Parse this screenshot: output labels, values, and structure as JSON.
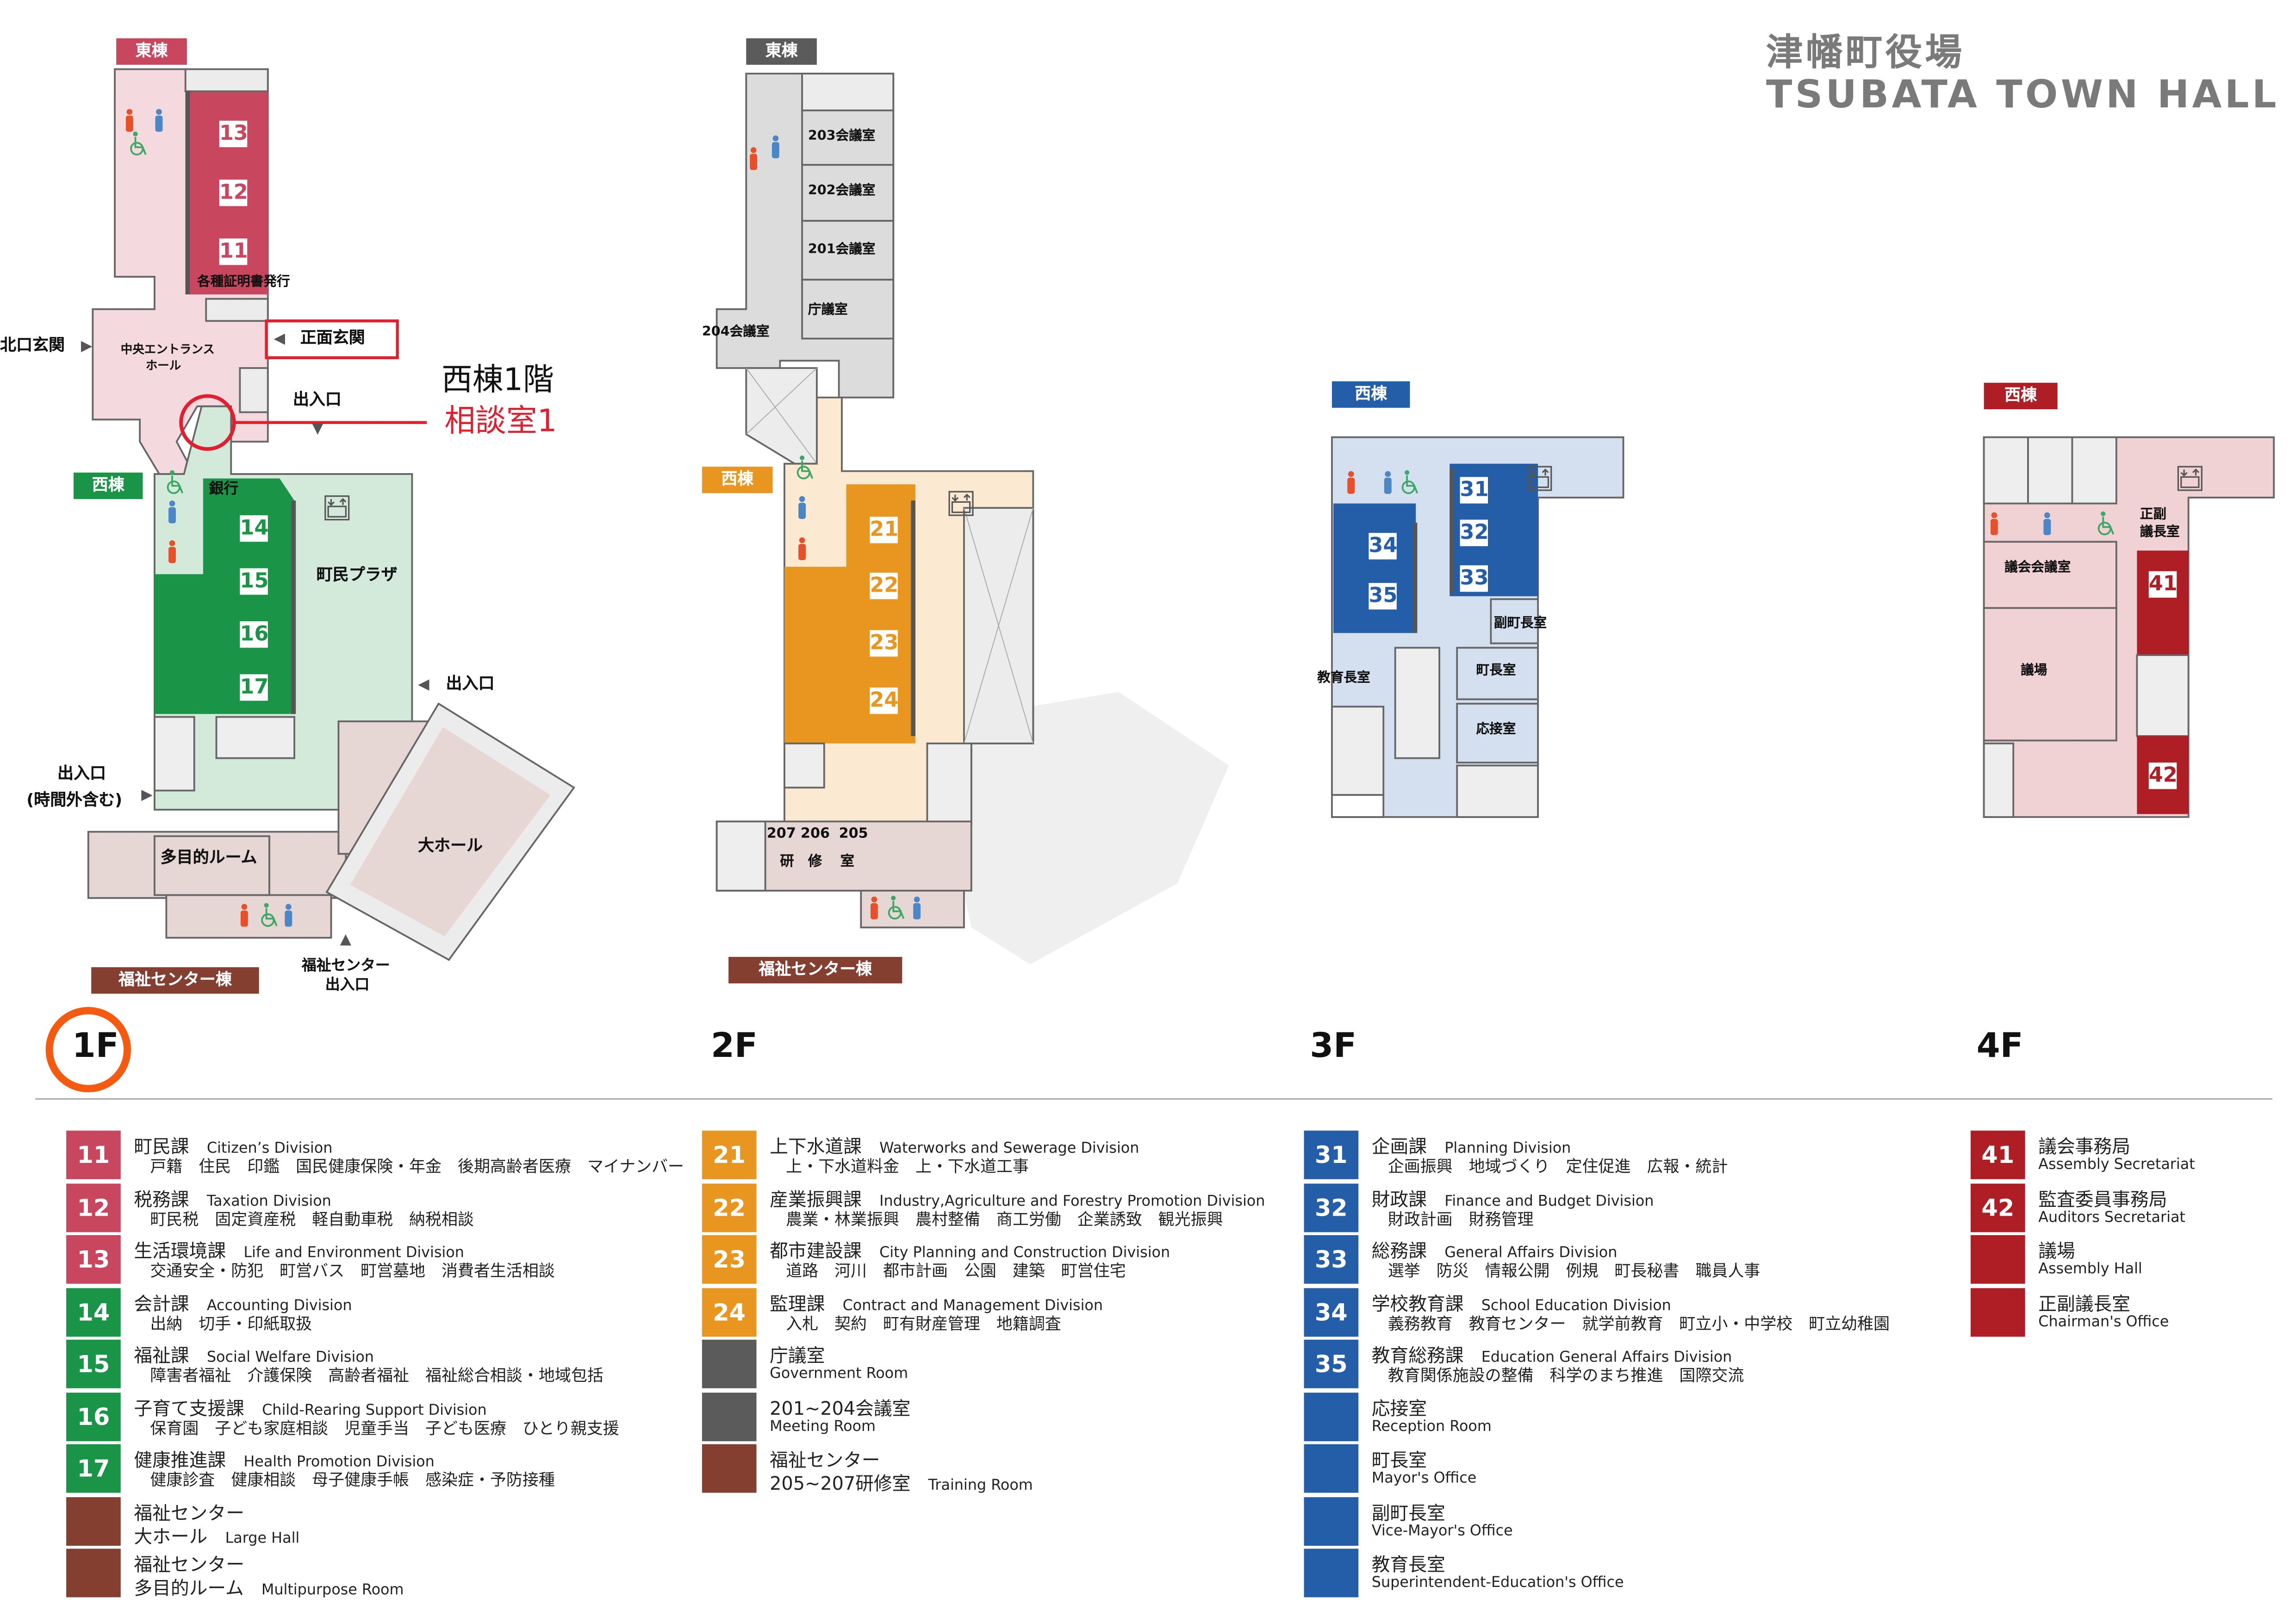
{
  "title": {
    "ja": "津幡町役場",
    "en": "TSUBATA TOWN HALL"
  },
  "floors": [
    "1F",
    "2F",
    "3F",
    "4F"
  ],
  "colors": {
    "floor_1f_east": "#c8475f",
    "floor_1f_west": "#1a9447",
    "floor_2f": "#e8961f",
    "meeting_rooms": "#5b5b5b",
    "welfare_center": "#843f30",
    "floor_3f": "#245ea8",
    "floor_4f": "#af1e24",
    "current_floor_marker": "#f45a10",
    "consultation_callout": "#e0202f"
  },
  "map": {
    "f1": {
      "east_wing": "東棟",
      "west_wing": "西棟",
      "welfare_wing": "福祉センター棟",
      "rooms": [
        "13",
        "12",
        "11",
        "14",
        "15",
        "16",
        "17"
      ],
      "certificate": "各種証明書発行",
      "north_entrance": "北口玄関",
      "main_entrance": "正面玄関",
      "central_hall_1": "中央エントランス",
      "central_hall_2": "ホール",
      "entrance_north": "出入口",
      "callout_1": "西棟1階",
      "callout_2": "相談室1",
      "bank": "銀行",
      "plaza": "町民プラザ",
      "entrance_east": "出入口",
      "entrance_after_hours_1": "出入口",
      "entrance_after_hours_2": "(時間外含む)",
      "multipurpose": "多目的ルーム",
      "large_hall": "大ホール",
      "welfare_entrance_1": "福祉センター",
      "welfare_entrance_2": "出入口"
    },
    "f2": {
      "east_wing": "東棟",
      "west_wing": "西棟",
      "welfare_wing": "福祉センター棟",
      "rooms": [
        "21",
        "22",
        "23",
        "24"
      ],
      "r203": "203会議室",
      "r202": "202会議室",
      "r201": "201会議室",
      "council": "庁議室",
      "r204": "204会議室",
      "r207": "207",
      "r206": "206",
      "r205": "205",
      "training": [
        "研",
        "修",
        "室"
      ]
    },
    "f3": {
      "west_wing": "西棟",
      "rooms": [
        "31",
        "32",
        "33",
        "34",
        "35"
      ],
      "vice_mayor": "副町長室",
      "mayor": "町長室",
      "reception": "応接室",
      "superintendent": "教育長室"
    },
    "f4": {
      "west_wing": "西棟",
      "rooms": [
        "41",
        "42"
      ],
      "chairman_1": "正副",
      "chairman_2": "議長室",
      "council_room": "議会会議室",
      "assembly_hall": "議場"
    }
  },
  "legend": [
    [
      {
        "num": "11",
        "color": "#c8475f",
        "type": "division",
        "name": "町民課",
        "en": "Citizen’s Division",
        "sub": "戸籍　住民　印鑑　国民健康保険・年金　後期高齢者医療　マイナンバー"
      },
      {
        "num": "12",
        "color": "#c8475f",
        "type": "division",
        "name": "税務課",
        "en": "Taxation Division",
        "sub": "町民税　固定資産税　軽自動車税　納税相談"
      },
      {
        "num": "13",
        "color": "#c8475f",
        "type": "division",
        "name": "生活環境課",
        "en": "Life and Environment Division",
        "sub": "交通安全・防犯　町営バス　町営墓地　消費者生活相談"
      },
      {
        "num": "14",
        "color": "#1a9447",
        "type": "division",
        "name": "会計課",
        "en": "Accounting Division",
        "sub": "出納　切手・印紙取扱"
      },
      {
        "num": "15",
        "color": "#1a9447",
        "type": "division",
        "name": "福祉課",
        "en": "Social Welfare Division",
        "sub": "障害者福祉　介護保険　高齢者福祉　福祉総合相談・地域包括"
      },
      {
        "num": "16",
        "color": "#1a9447",
        "type": "division",
        "name": "子育て支援課",
        "en": "Child-Rearing Support Division",
        "sub": "保育園　子ども家庭相談　児童手当　子ども医療　ひとり親支援"
      },
      {
        "num": "17",
        "color": "#1a9447",
        "type": "division",
        "name": "健康推進課",
        "en": "Health Promotion Division",
        "sub": "健康診査　健康相談　母子健康手帳　感染症・予防接種"
      },
      {
        "num": "",
        "color": "#843f30",
        "type": "facility",
        "name": "福祉センター",
        "name2": "大ホール",
        "en": "Large Hall"
      },
      {
        "num": "",
        "color": "#843f30",
        "type": "facility",
        "name": "福祉センター",
        "name2": "多目的ルーム",
        "en": "Multipurpose Room"
      }
    ],
    [
      {
        "num": "21",
        "color": "#e8961f",
        "type": "division",
        "name": "上下水道課",
        "en": "Waterworks and Sewerage Division",
        "sub": "上・下水道料金　上・下水道工事"
      },
      {
        "num": "22",
        "color": "#e8961f",
        "type": "division",
        "name": "産業振興課",
        "en": "Industry,Agriculture and Forestry Promotion Division",
        "sub": "農業・林業振興　農村整備　商工労働　企業誘致　観光振興"
      },
      {
        "num": "23",
        "color": "#e8961f",
        "type": "division",
        "name": "都市建設課",
        "en": "City Planning and Construction Division",
        "sub": "道路　河川　都市計画　公園　建築　町営住宅"
      },
      {
        "num": "24",
        "color": "#e8961f",
        "type": "division",
        "name": "監理課",
        "en": "Contract and Management Division",
        "sub": "入札　契約　町有財産管理　地籍調査"
      },
      {
        "num": "",
        "color": "#5b5b5b",
        "type": "room",
        "name": "庁議室",
        "en": "Government Room"
      },
      {
        "num": "",
        "color": "#5b5b5b",
        "type": "room",
        "name": "201~204会議室",
        "en": "Meeting Room"
      },
      {
        "num": "",
        "color": "#843f30",
        "type": "facility",
        "name": "福祉センター",
        "name2": "205~207研修室",
        "en": "Training Room"
      }
    ],
    [
      {
        "num": "31",
        "color": "#245ea8",
        "type": "division",
        "name": "企画課",
        "en": "Planning Division",
        "sub": "企画振興　地域づくり　定住促進　広報・統計"
      },
      {
        "num": "32",
        "color": "#245ea8",
        "type": "division",
        "name": "財政課",
        "en": "Finance and Budget Division",
        "sub": "財政計画　財務管理"
      },
      {
        "num": "33",
        "color": "#245ea8",
        "type": "division",
        "name": "総務課",
        "en": "General Affairs Division",
        "sub": "選挙　防災　情報公開　例規　町長秘書　職員人事"
      },
      {
        "num": "34",
        "color": "#245ea8",
        "type": "division",
        "name": "学校教育課",
        "en": "School Education Division",
        "sub": "義務教育　教育センター　就学前教育　町立小・中学校　町立幼稚園"
      },
      {
        "num": "35",
        "color": "#245ea8",
        "type": "division",
        "name": "教育総務課",
        "en": "Education General Affairs Division",
        "sub": "教育関係施設の整備　科学のまち推進　国際交流"
      },
      {
        "num": "",
        "color": "#245ea8",
        "type": "room",
        "name": "応接室",
        "en": "Reception Room"
      },
      {
        "num": "",
        "color": "#245ea8",
        "type": "room",
        "name": "町長室",
        "en": "Mayor's Office"
      },
      {
        "num": "",
        "color": "#245ea8",
        "type": "room",
        "name": "副町長室",
        "en": "Vice-Mayor's Office"
      },
      {
        "num": "",
        "color": "#245ea8",
        "type": "room",
        "name": "教育長室",
        "en": "Superintendent-Education's Office"
      }
    ],
    [
      {
        "num": "41",
        "color": "#af1e24",
        "type": "room",
        "name": "議会事務局",
        "en": "Assembly Secretariat"
      },
      {
        "num": "42",
        "color": "#af1e24",
        "type": "room",
        "name": "監査委員事務局",
        "en": "Auditors Secretariat"
      },
      {
        "num": "",
        "color": "#af1e24",
        "type": "room",
        "name": "議場",
        "en": "Assembly Hall"
      },
      {
        "num": "",
        "color": "#af1e24",
        "type": "room",
        "name": "正副議長室",
        "en": "Chairman's Office"
      }
    ]
  ]
}
